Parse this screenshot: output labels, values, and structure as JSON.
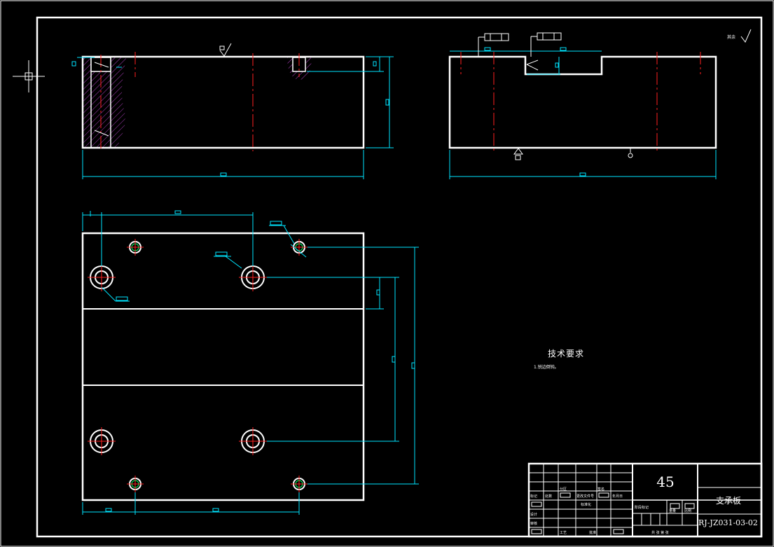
{
  "drawing": {
    "colors": {
      "background": "#000000",
      "outline": "#ffffff",
      "dimension": "#00e5ff",
      "centerline": "#ff2020",
      "hatch": "#b040c0",
      "annotation": "#ffff00"
    },
    "surface_roughness_note": "其余",
    "technical_requirements": {
      "title": "技术要求",
      "items": [
        "1.锐边倒钝。"
      ]
    },
    "title_block": {
      "material": "45",
      "part_name": "支承板",
      "drawing_number": "RJ-JZ031-03-02",
      "labels": {
        "mark": "标记",
        "count": "处数",
        "zone": "分区",
        "change_doc": "更改文件号",
        "signature": "签名",
        "date": "年月日",
        "designer": "设计",
        "standardization": "标准化",
        "stage_mark": "阶段标记",
        "weight": "重量",
        "scale": "比例",
        "review": "审核",
        "process": "工艺",
        "approve": "批准",
        "sheets": "共 张 第 张"
      }
    }
  }
}
